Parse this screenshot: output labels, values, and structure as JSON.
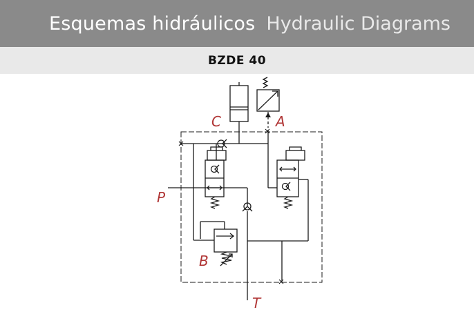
{
  "header": {
    "title_es": "Esquemas hidráulicos",
    "title_en": "Hydraulic Diagrams"
  },
  "subtitle": "BZDE 40",
  "diagram": {
    "labels": {
      "C": "C",
      "A": "A",
      "P": "P",
      "B": "B",
      "T": "T"
    },
    "colors": {
      "label": "#b03535",
      "line": "#1a1a1a",
      "header_bg": "#8a8a8a",
      "subbar_bg": "#e9e9e9"
    }
  }
}
